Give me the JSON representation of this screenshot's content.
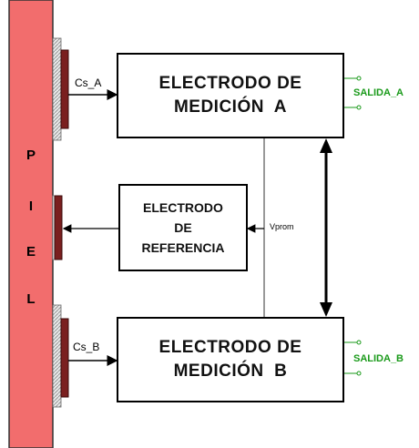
{
  "skin": {
    "letters": [
      "P",
      "I",
      "E",
      "L"
    ]
  },
  "electrode_a": {
    "line1": "ELECTRODO DE",
    "line2": "MEDICIÓN  A"
  },
  "electrode_b": {
    "line1": "ELECTRODO DE",
    "line2": "MEDICIÓN  B"
  },
  "reference": {
    "line1": "ELECTRODO",
    "line2": "DE",
    "line3": "REFERENCIA"
  },
  "labels": {
    "cs_a": "Cs_A",
    "cs_b": "Cs_B",
    "vprom": "Vprom",
    "salida_a": "SALIDA_A",
    "salida_b": "SALIDA_B"
  },
  "colors": {
    "skin": "#f26d6d",
    "electrode_pad": "#7a1f1f",
    "output": "#1a9a1a"
  }
}
